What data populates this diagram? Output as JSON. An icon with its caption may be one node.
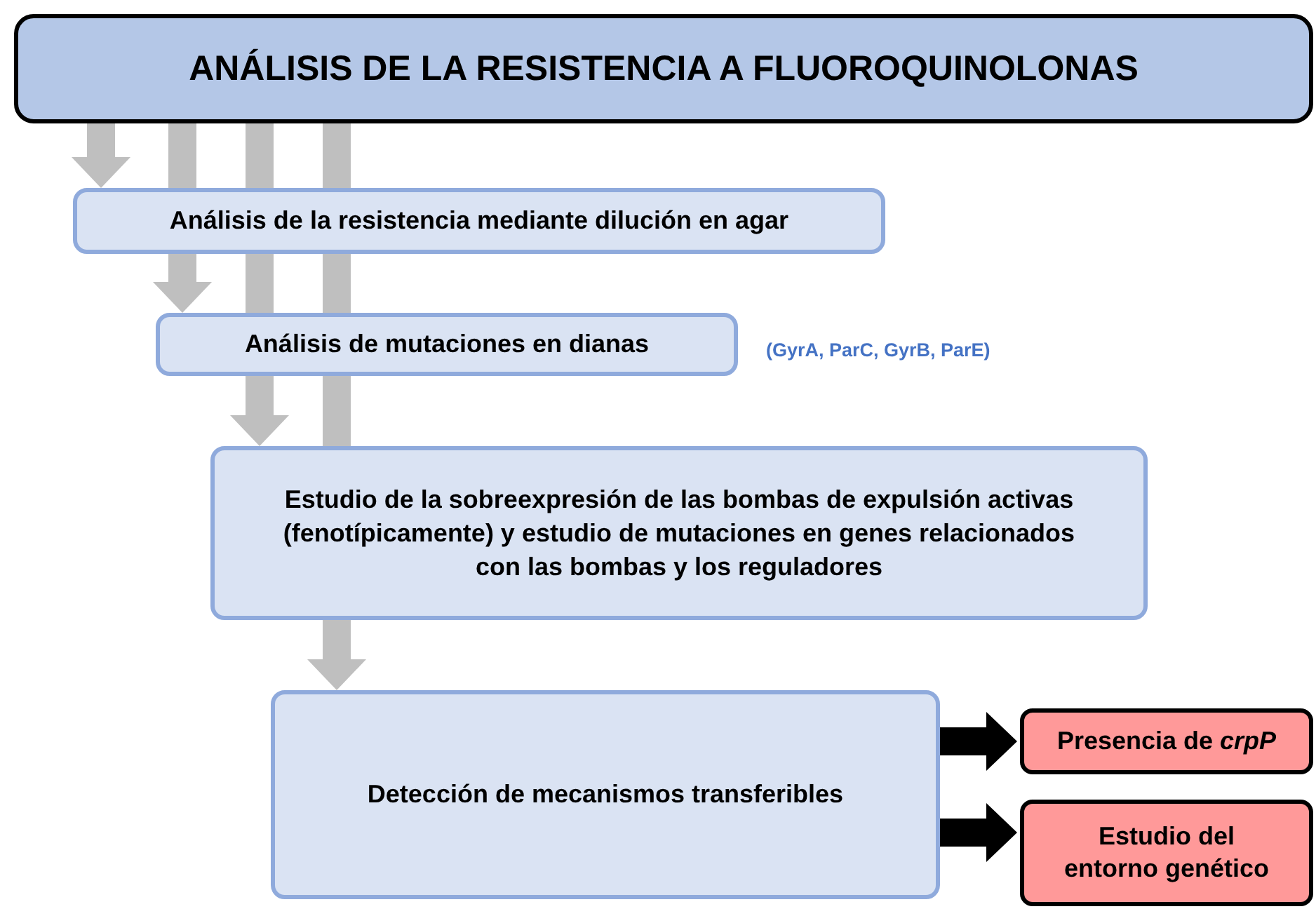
{
  "diagram": {
    "nodes": [
      {
        "text": [
          "ANÁLISIS DE LA RESISTENCIA A FLUOROQUINOLONAS"
        ]
      },
      {
        "text": [
          "Análisis de la resistencia mediante dilución en agar"
        ]
      },
      {
        "text": [
          "Análisis de mutaciones en dianas"
        ],
        "beside": [
          "(GyrA, ParC, GyrB, ParE)"
        ]
      },
      {
        "text": [
          "Estudio de la sobreexpresión de las bombas de expulsión activas (fenotípicamente) y estudio de mutaciones en genes relacionados con las bombas y los reguladores"
        ]
      },
      {
        "text": [
          "Detección de mecanismos transferibles"
        ]
      },
      {
        "text": [
          "Presencia de *crpP*"
        ]
      },
      {
        "text": [
          "Estudio del entorno genético"
        ]
      }
    ],
    "edges": [
      {
        "from": 0,
        "to": 1,
        "arrow": "to"
      },
      {
        "from": 0,
        "to": 1,
        "arrow": "none"
      },
      {
        "from": 0,
        "to": 1,
        "arrow": "none"
      },
      {
        "from": 0,
        "to": 1,
        "arrow": "none"
      },
      {
        "from": 1,
        "to": 2,
        "arrow": "to"
      },
      {
        "from": 1,
        "to": 2,
        "arrow": "none"
      },
      {
        "from": 1,
        "to": 2,
        "arrow": "none"
      },
      {
        "from": 2,
        "to": 3,
        "arrow": "to"
      },
      {
        "from": 2,
        "to": 3,
        "arrow": "none"
      },
      {
        "from": 3,
        "to": 4,
        "arrow": "to"
      },
      {
        "from": 4,
        "to": 5,
        "arrow": "to",
        "color": "#000000"
      },
      {
        "from": 4,
        "to": 6,
        "arrow": "to",
        "color": "#000000"
      }
    ]
  }
}
